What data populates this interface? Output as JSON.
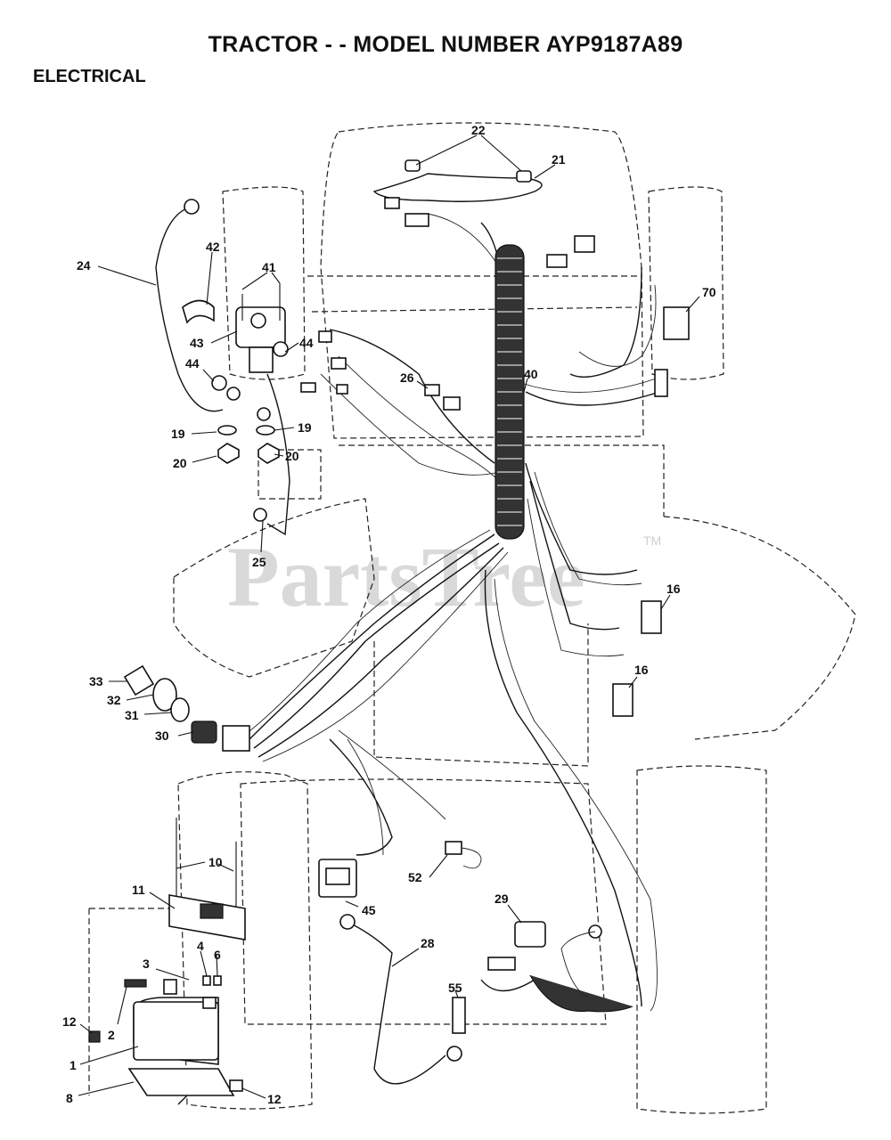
{
  "header": {
    "title": "TRACTOR - - MODEL NUMBER AYP9187A89",
    "section": "ELECTRICAL"
  },
  "watermark": {
    "text": "PartsTree",
    "tm": "TM",
    "color": "#d9d9d9"
  },
  "callouts": {
    "c22": "22",
    "c21": "21",
    "c42": "42",
    "c41": "41",
    "c24": "24",
    "c70": "70",
    "c43": "43",
    "c44a": "44",
    "c44b": "44",
    "c26": "26",
    "c40": "40",
    "c19a": "19",
    "c19b": "19",
    "c20a": "20",
    "c20b": "20",
    "c25": "25",
    "c16a": "16",
    "c16b": "16",
    "c33": "33",
    "c32": "32",
    "c31": "31",
    "c30": "30",
    "c10": "10",
    "c11": "11",
    "c52": "52",
    "c45": "45",
    "c29": "29",
    "c28": "28",
    "c4": "4",
    "c6": "6",
    "c3": "3",
    "c55": "55",
    "c12a": "12",
    "c2": "2",
    "c1": "1",
    "c8": "8",
    "c12b": "12"
  }
}
